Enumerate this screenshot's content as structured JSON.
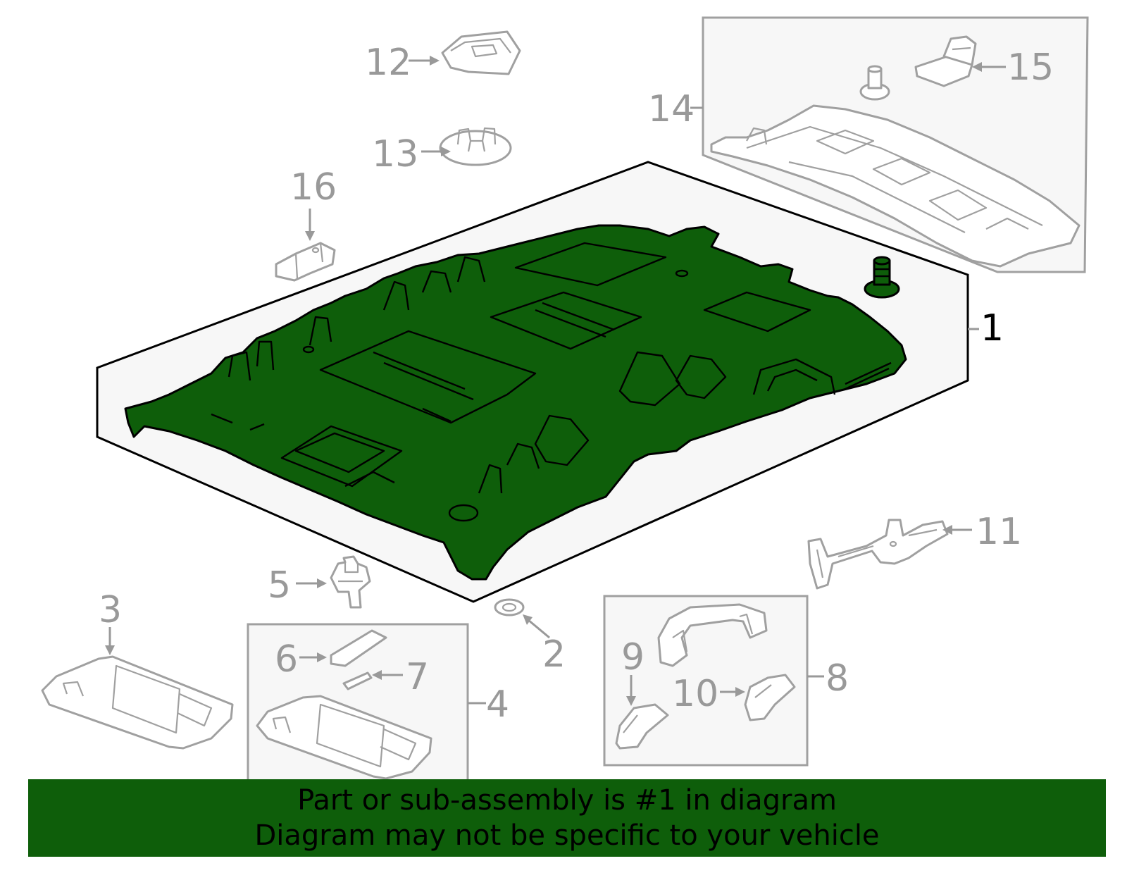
{
  "colors": {
    "highlight": "#0e5e0a",
    "part_outline": "#a0a0a0",
    "callout_text": "#999999",
    "box_fill": "#f7f7f7",
    "banner_bg": "#0e5e0a"
  },
  "callouts": {
    "c1": "1",
    "c2": "2",
    "c3": "3",
    "c4": "4",
    "c5": "5",
    "c6": "6",
    "c7": "7",
    "c8": "8",
    "c9": "9",
    "c10": "10",
    "c11": "11",
    "c12": "12",
    "c13": "13",
    "c14": "14",
    "c15": "15",
    "c16": "16"
  },
  "banner": {
    "line1": "Part or sub-assembly is #1 in diagram",
    "line2": "Diagram may not be specific to your vehicle"
  }
}
